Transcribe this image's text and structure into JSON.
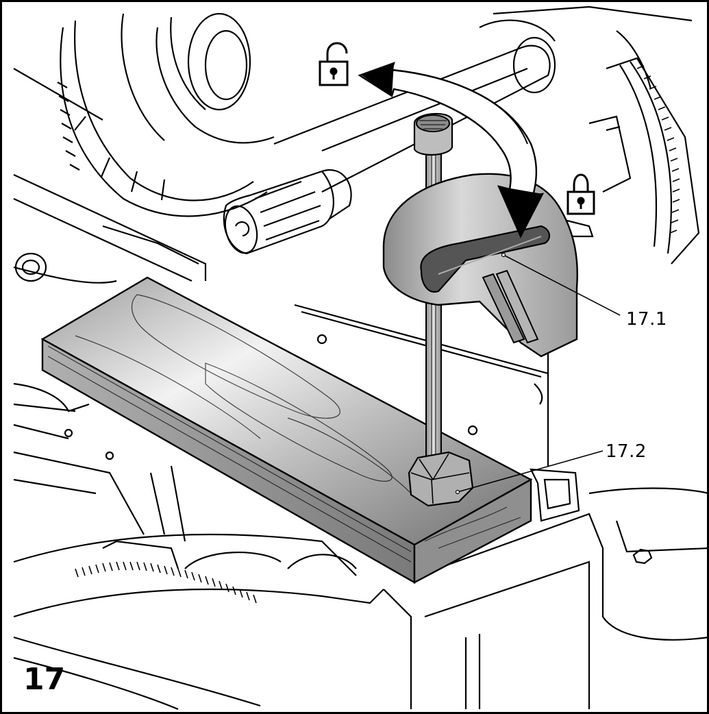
{
  "figure": {
    "number": "17",
    "callouts": [
      {
        "id": "17.1",
        "label": "17.1",
        "part": "clamp-jaw"
      },
      {
        "id": "17.2",
        "label": "17.2",
        "part": "clamp-base"
      }
    ],
    "icons": {
      "unlock": "unlock-icon",
      "lock": "lock-icon",
      "rotation": "rotate-arrow-icon"
    },
    "colors": {
      "line": "#000000",
      "background": "#ffffff",
      "clamp": "#b8b8b8",
      "wood_light": "#e6e6e6",
      "wood_dark": "#8c8c8c"
    }
  }
}
